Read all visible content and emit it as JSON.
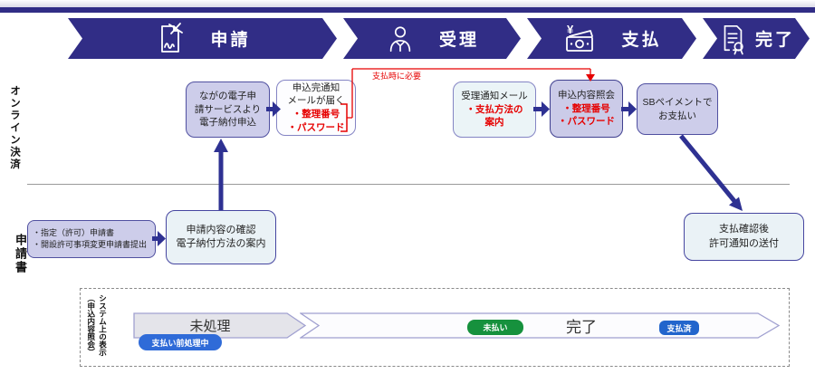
{
  "banner": {
    "stages": [
      {
        "id": "application",
        "label": "申請",
        "icon": "document-signature-icon"
      },
      {
        "id": "acceptance",
        "label": "受理",
        "icon": "person-icon"
      },
      {
        "id": "payment",
        "label": "支払",
        "icon": "banknote-yen-icon"
      },
      {
        "id": "completion",
        "label": "完了",
        "icon": "certificate-icon"
      }
    ]
  },
  "side_labels": {
    "online_payment": "オンライン決済",
    "application_form": "申請書"
  },
  "flow": {
    "nagano_box": "ながの電子申\n請サービスより\n電子納付申込",
    "completion_mail": {
      "title": "申込完通知\nメールが届く",
      "items": "・整理番号\n・パスワード"
    },
    "payment_note": "支払時に必要",
    "acceptance_mail": {
      "title": "受理通知メール",
      "items": "・支払方法の\n案内"
    },
    "inquiry": {
      "title": "申込内容照会",
      "items": "・整理番号\n・パスワード"
    },
    "sb_payment": "SBペイメントで\nお支払い",
    "application_docs": "・指定（許可）申請書\n・開設許可事項変更申請書提出",
    "confirm_box": "申請内容の確認\n電子納付方法の案内",
    "send_permit": "支払確認後\n許可通知の送付"
  },
  "system_panel": {
    "label": "システム上の表示\n（申込内容照会）",
    "stage_unprocessed": "未処理",
    "stage_completed": "完了",
    "badge_pre_processing": "支払い前処理中",
    "badge_unpaid": "未払い",
    "badge_paid": "支払済"
  },
  "colors": {
    "banner_navy": "#312d86",
    "arrow_navy": "#2e3192",
    "annotation_red": "#e60000",
    "box_purple": "#cdcdea",
    "box_light_blue": "#ebf4f7",
    "badge_green": "#16913d",
    "badge_blue": "#2265cc",
    "stage_arrow_gray": "#e4e4ea"
  }
}
